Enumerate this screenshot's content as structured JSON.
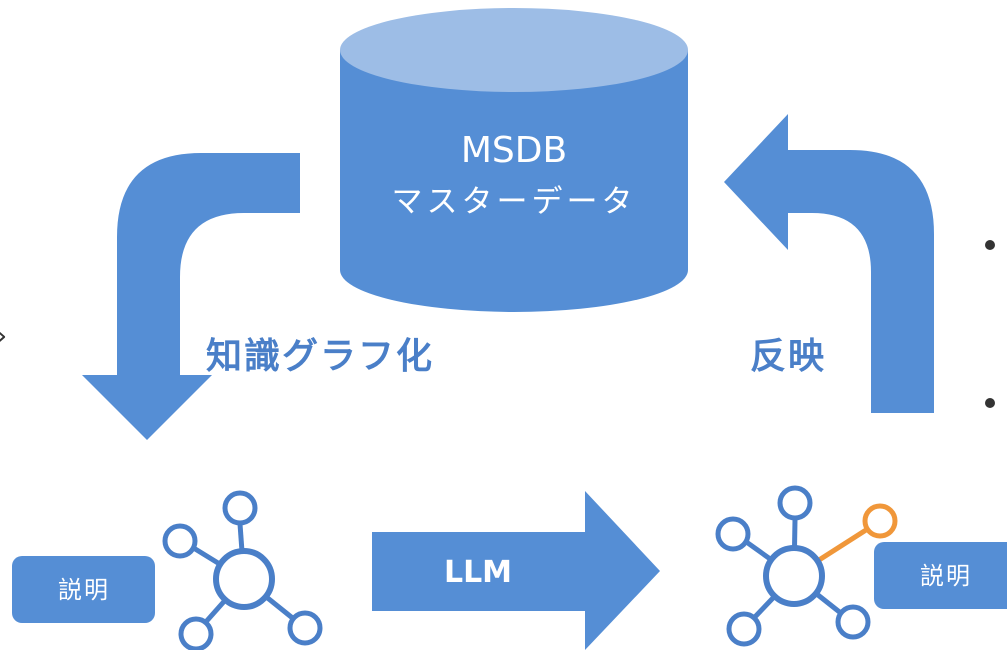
{
  "database": {
    "title": "MSDB",
    "subtitle": "マスターデータ"
  },
  "steps": {
    "to_graph": "知識グラフ化",
    "reflect": "反映",
    "llm": "LLM"
  },
  "left_graph": {
    "description": "説明"
  },
  "right_graph": {
    "description": "説明"
  },
  "colors": {
    "primary": "#558ed5",
    "cylinder_top": "#9dbde6",
    "text_accent": "#4a7fc8",
    "new_edge": "#f0973a"
  }
}
